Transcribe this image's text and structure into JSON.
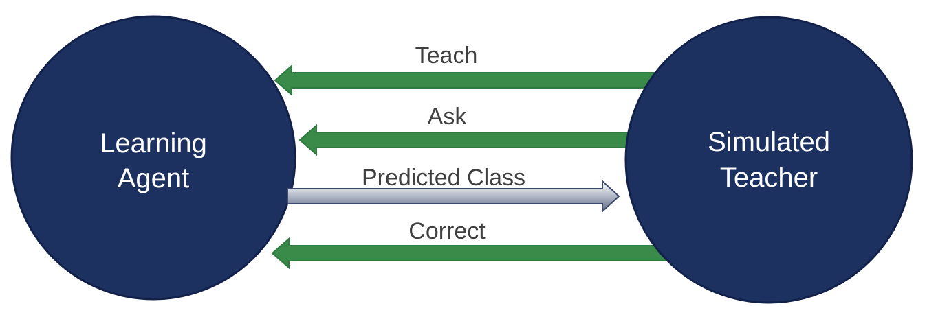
{
  "nodes": {
    "learning_agent": {
      "line1": "Learning",
      "line2": "Agent",
      "fill": "#1c3160"
    },
    "simulated_teacher": {
      "line1": "Simulated",
      "line2": "Teacher",
      "fill": "#1c3160"
    }
  },
  "edges": {
    "teach": {
      "label": "Teach",
      "direction": "teacher-to-agent",
      "color": "#3a8a4a"
    },
    "ask": {
      "label": "Ask",
      "direction": "teacher-to-agent",
      "color": "#3a8a4a"
    },
    "predicted_class": {
      "label": "Predicted Class",
      "direction": "agent-to-teacher",
      "color": "#7a849c"
    },
    "correct": {
      "label": "Correct",
      "direction": "teacher-to-agent",
      "color": "#3a8a4a"
    }
  }
}
